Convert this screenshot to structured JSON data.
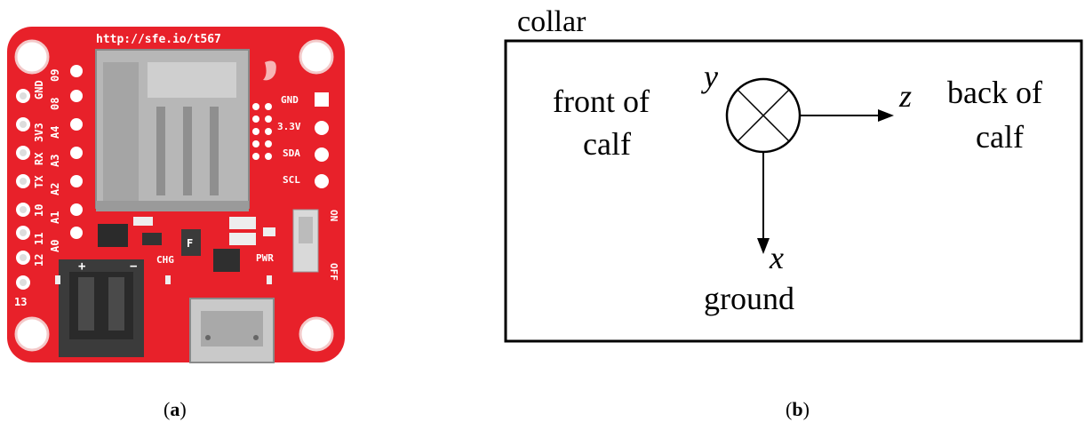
{
  "panel_a": {
    "caption_letter": "a",
    "board": {
      "url_text": "http://sfe.io/t567",
      "left_pin_labels": [
        "09",
        "08",
        "A4",
        "A3",
        "A2",
        "A1",
        "A0",
        "12",
        "13"
      ],
      "left_pin_labels_outer": [
        "GND",
        "3V3",
        "RX",
        "TX",
        "10",
        "11"
      ],
      "right_pin_labels": [
        "GND",
        "3.3V",
        "SDA",
        "SCL"
      ],
      "switch_on_label": "ON",
      "switch_off_label": "OFF",
      "chg_label": "CHG",
      "pwr_label": "PWR",
      "fuse_label": "F",
      "plus_label": "+",
      "minus_label": "−",
      "board_color": "#e8212a"
    }
  },
  "panel_b": {
    "caption_letter": "b",
    "collar_label": "collar",
    "front_label_line1": "front of",
    "front_label_line2": "calf",
    "back_label_line1": "back of",
    "back_label_line2": "calf",
    "y_axis": "y",
    "z_axis": "z",
    "x_axis": "x",
    "ground_label": "ground"
  }
}
